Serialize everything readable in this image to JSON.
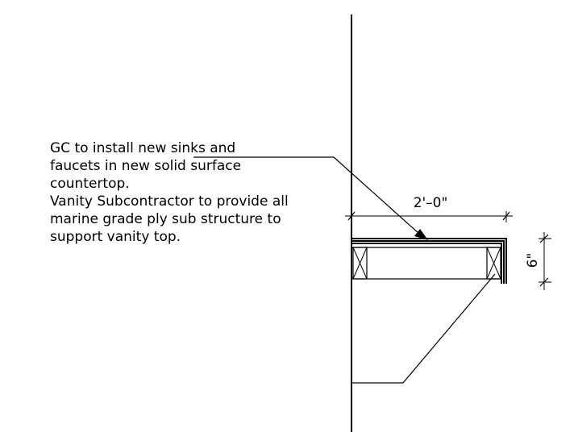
{
  "note": {
    "lines": [
      "GC to install new sinks and",
      "faucets in new solid surface",
      "countertop.",
      "Vanity Subcontractor to provide all",
      "marine grade ply sub structure to",
      "support vanity top."
    ]
  },
  "dimensions": {
    "width_label": "2'–0\"",
    "height_label": "6\""
  },
  "colors": {
    "ink": "#000000",
    "background": "#ffffff"
  }
}
